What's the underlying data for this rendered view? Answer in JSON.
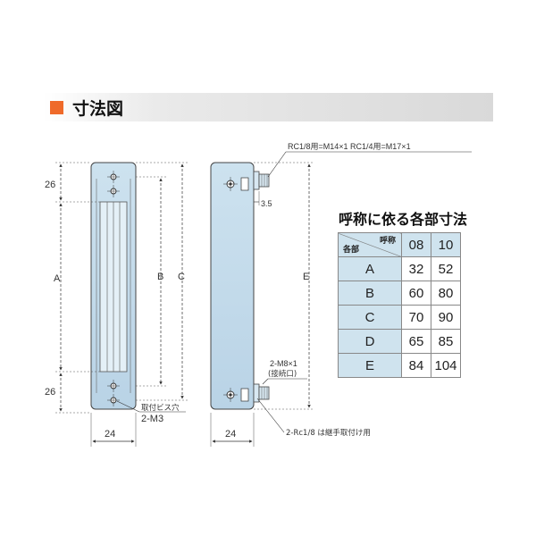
{
  "header": {
    "title": "寸法図"
  },
  "front_view": {
    "dim_top": "26",
    "dim_bottom": "26",
    "dim_a": "A",
    "dim_b": "B",
    "dim_c": "C",
    "dim_width": "24",
    "mount_label_1": "取付ビス穴",
    "mount_label_2": "2-M3"
  },
  "side_view": {
    "port_label": "RC1/8用=M14×1  RC1/4用=M17×1",
    "dim_35": "3.5",
    "dim_e": "E",
    "conn_label_1": "2-M8×1",
    "conn_label_2": "(接続口)",
    "dim_width": "24",
    "bracket_note": "2-Rc1/8 は継手取付け用"
  },
  "table": {
    "title": "呼称に依る各部寸法",
    "corner_nominal": "呼称",
    "corner_part": "各部",
    "columns": [
      "08",
      "10"
    ],
    "rows": [
      {
        "label": "A",
        "values": [
          "32",
          "52"
        ]
      },
      {
        "label": "B",
        "values": [
          "60",
          "80"
        ]
      },
      {
        "label": "C",
        "values": [
          "70",
          "90"
        ]
      },
      {
        "label": "D",
        "values": [
          "65",
          "85"
        ]
      },
      {
        "label": "E",
        "values": [
          "84",
          "104"
        ]
      }
    ]
  }
}
